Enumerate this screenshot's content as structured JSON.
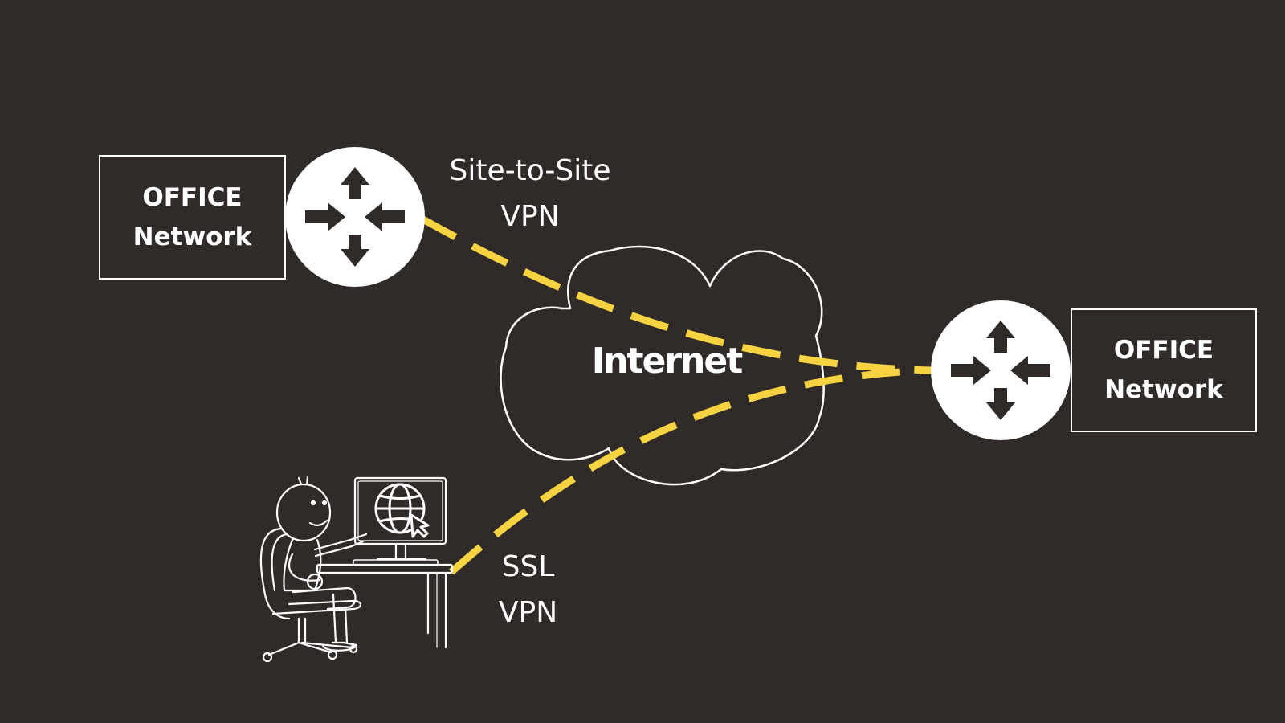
{
  "colors": {
    "background": "#302b29",
    "foreground": "#ffffff",
    "vpn_tunnel": "#f7d342"
  },
  "nodes": {
    "office_left": {
      "line1": "OFFICE",
      "line2": "Network"
    },
    "office_right": {
      "line1": "OFFICE",
      "line2": "Network"
    },
    "cloud": {
      "label": "Internet"
    },
    "router_left": {
      "icon": "router-icon"
    },
    "router_right": {
      "icon": "router-icon"
    },
    "remote_user": {
      "icon": "remote-user-at-desk-illustration",
      "screen_icon": "globe-cursor-icon"
    }
  },
  "edges": {
    "site_to_site": {
      "line1": "Site-to-Site",
      "line2": "VPN",
      "from": "router_left",
      "to": "router_right"
    },
    "ssl": {
      "line1": "SSL",
      "line2": "VPN",
      "from": "remote_user",
      "to": "router_right"
    }
  }
}
